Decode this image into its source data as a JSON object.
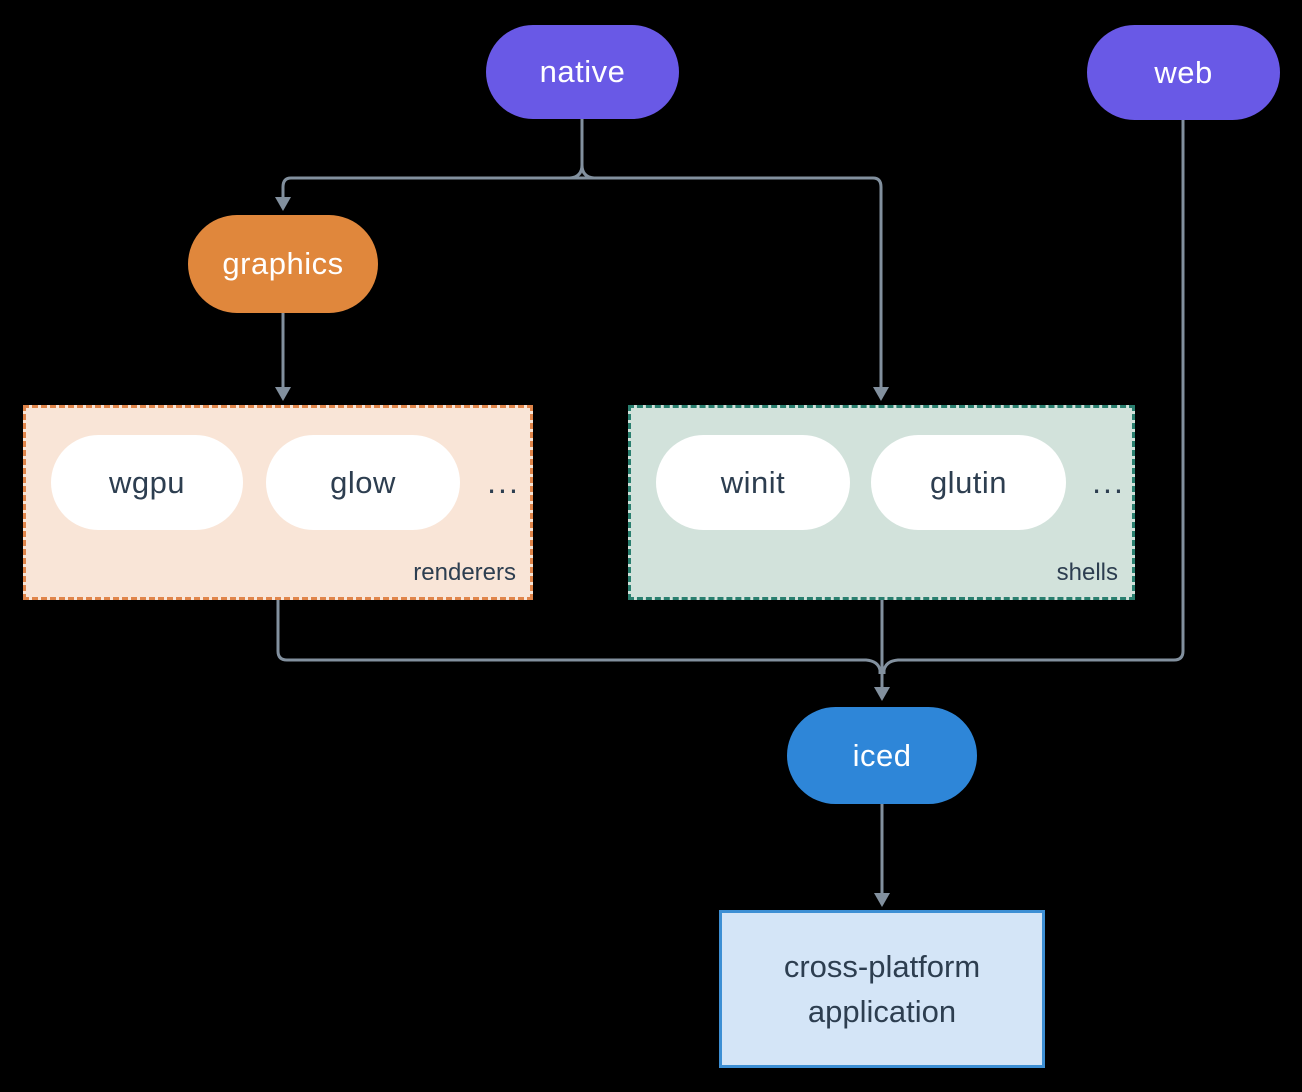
{
  "diagram": {
    "nodes": {
      "native": "native",
      "web": "web",
      "graphics": "graphics",
      "iced": "iced",
      "application": {
        "line1": "cross-platform",
        "line2": "application"
      }
    },
    "groups": {
      "renderers": {
        "label": "renderers",
        "pills": [
          "wgpu",
          "glow"
        ],
        "ellipsis": "..."
      },
      "shells": {
        "label": "shells",
        "pills": [
          "winit",
          "glutin"
        ],
        "ellipsis": "..."
      }
    },
    "edges": [
      {
        "from": "native",
        "to": "graphics"
      },
      {
        "from": "native",
        "to": "shells"
      },
      {
        "from": "graphics",
        "to": "renderers"
      },
      {
        "from": "renderers",
        "to": "iced"
      },
      {
        "from": "shells",
        "to": "iced"
      },
      {
        "from": "web",
        "to": "iced"
      },
      {
        "from": "iced",
        "to": "application"
      }
    ]
  },
  "colors": {
    "background": "#000000",
    "purple": "#6959e6",
    "orange": "#e0873c",
    "blue": "#2e86d8",
    "line": "#82909e",
    "renderers_bg": "#f9e5d7",
    "renderers_border": "#e0854a",
    "shells_bg": "#d2e2db",
    "shells_border": "#2a7f6f",
    "app_bg": "#d4e5f7",
    "app_border": "#3d8fd4",
    "dark_text": "#2d3e50",
    "pill_text": "#ffffff"
  }
}
